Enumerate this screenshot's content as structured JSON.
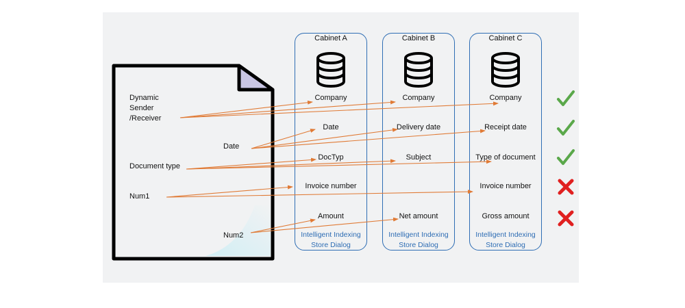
{
  "document": {
    "labels": {
      "sender_receiver": [
        "Dynamic",
        "Sender",
        "/Receiver"
      ],
      "date": "Date",
      "document_type": "Document type",
      "num1": "Num1",
      "num2": "Num2"
    }
  },
  "cabinets": [
    {
      "title": "Cabinet A",
      "fields": [
        "Company",
        "Date",
        "DocTyp",
        "Invoice number",
        "Amount"
      ],
      "footer": [
        "Intelligent Indexing",
        "Store Dialog"
      ]
    },
    {
      "title": "Cabinet B",
      "fields": [
        "Company",
        "Delivery date",
        "Subject",
        "",
        "Net amount"
      ],
      "footer": [
        "Intelligent Indexing",
        "Store Dialog"
      ]
    },
    {
      "title": "Cabinet C",
      "fields": [
        "Company",
        "Receipt date",
        "Type of document",
        "Invoice number",
        "Gross amount"
      ],
      "footer": [
        "Intelligent Indexing",
        "Store Dialog"
      ]
    }
  ],
  "row_status": [
    "check",
    "check",
    "check",
    "cross",
    "cross"
  ],
  "colors": {
    "background": "#f1f2f3",
    "cabinet_border": "#2e6db4",
    "arrow": "#e07a35",
    "check": "#5aa84a",
    "cross": "#e02020",
    "document_fold": "#c9c6e4",
    "document_shadow": "#cdeef5"
  },
  "icons": [
    "database-icon",
    "check-icon",
    "cross-icon",
    "document-icon"
  ]
}
